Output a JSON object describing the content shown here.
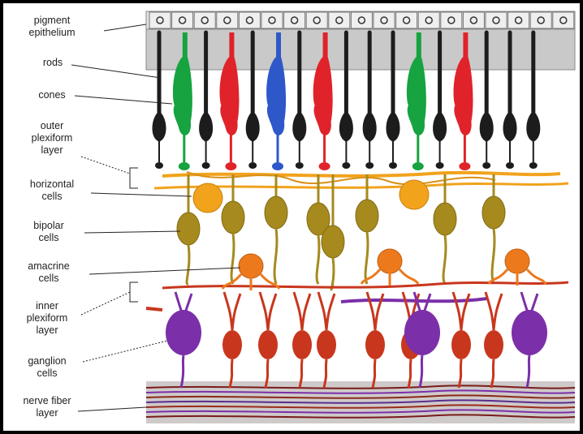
{
  "labels": {
    "pigment_epithelium": [
      "pigment",
      "epithelium"
    ],
    "rods": "rods",
    "cones": "cones",
    "outer_plexiform_layer": [
      "outer",
      "plexiform",
      "layer"
    ],
    "horizontal_cells": [
      "horizontal",
      "cells"
    ],
    "bipolar_cells": [
      "bipolar",
      "cells"
    ],
    "amacrine_cells": [
      "amacrine",
      "cells"
    ],
    "inner_plexiform_layer": [
      "inner",
      "plexiform",
      "layer"
    ],
    "ganglion_cells": [
      "ganglion",
      "cells"
    ],
    "nerve_fiber_layer": [
      "nerve fiber",
      "layer"
    ]
  },
  "colors": {
    "rod": "#1c1c1c",
    "cone_green": "#16a340",
    "cone_red": "#e0232a",
    "cone_blue": "#2e57c9",
    "horizontal": "#f1a31c",
    "bipolar": "#a68a1e",
    "amacrine": "#ec7a1d",
    "ganglion_red": "#c8371d",
    "ganglion_purple": "#7b2fa8",
    "epithelium": "#c9c9c9",
    "nerve_fiber_bg": "#cfcaca"
  },
  "photoreceptors": [
    "rod",
    "cone_green",
    "rod",
    "cone_red",
    "rod",
    "cone_blue",
    "rod",
    "cone_red",
    "rod",
    "rod",
    "rod",
    "cone_green",
    "rod",
    "cone_red",
    "rod",
    "rod",
    "rod"
  ],
  "ganglion_cells": [
    "purple",
    "red",
    "red",
    "red",
    "red",
    "red",
    "red",
    "purple",
    "red",
    "red",
    "purple"
  ]
}
